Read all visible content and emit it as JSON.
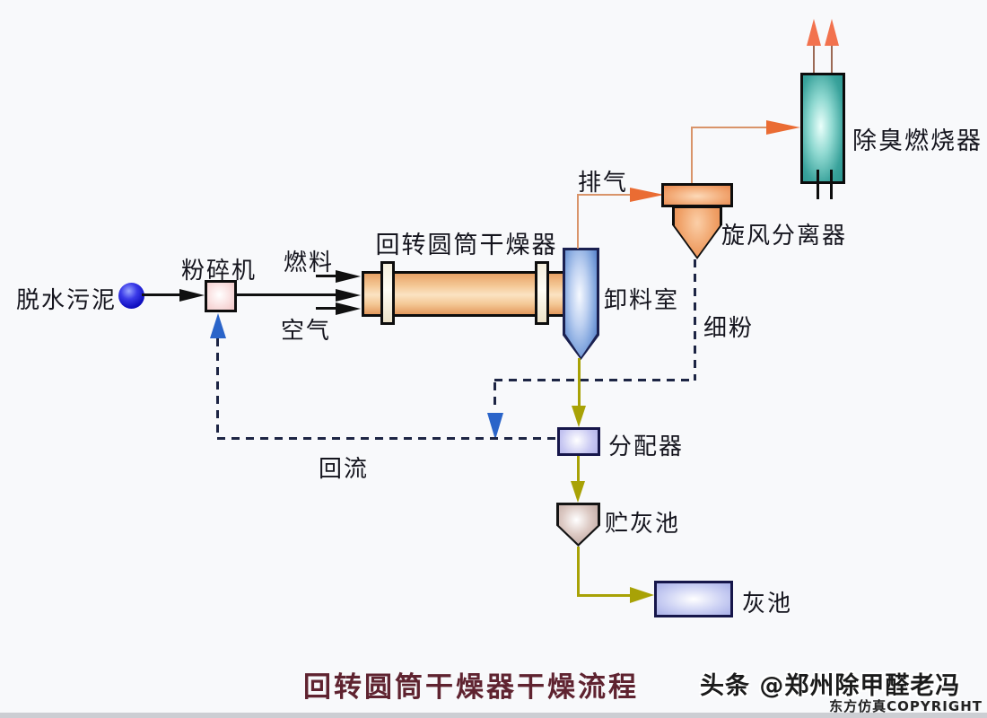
{
  "diagram": {
    "title": "回转圆筒干燥器干燥流程",
    "labels": {
      "sludge": "脱水污泥",
      "crusher": "粉碎机",
      "fuel": "燃料",
      "air": "空气",
      "dryer": "回转圆筒干燥器",
      "discharge_chamber": "卸料室",
      "exhaust": "排气",
      "cyclone": "旋风分离器",
      "burner": "除臭燃烧器",
      "fine_powder": "细粉",
      "reflux": "回流",
      "distributor": "分配器",
      "ash_storage": "贮灰池",
      "ash_pool": "灰池"
    },
    "colors": {
      "background": "#f8f9fb",
      "dryer_fill": "#f2c18d",
      "chamber_fill": "#5d8ed2",
      "cyclone_fill": "#ee9a62",
      "burner_fill": "#35a09a",
      "crusher_fill": "#f3c9c9",
      "sludge_fill": "#1212c4",
      "distributor_fill": "#c3c3f0",
      "ash_storage_fill": "#b39a93",
      "ash_pool_fill": "#aeb4ea",
      "flow_line": "#101010",
      "recycle_dash": "#1d2544",
      "recycle_arrow": "#2a64c9",
      "ash_line": "#a8a206",
      "gas_line": "#d9946a",
      "gas_arrow": "#ea6c33",
      "title_color": "#5f2330"
    }
  },
  "watermark": {
    "line1": "头条 @郑州除甲醛老冯",
    "line2": "东方仿真COPYRIGHT"
  }
}
